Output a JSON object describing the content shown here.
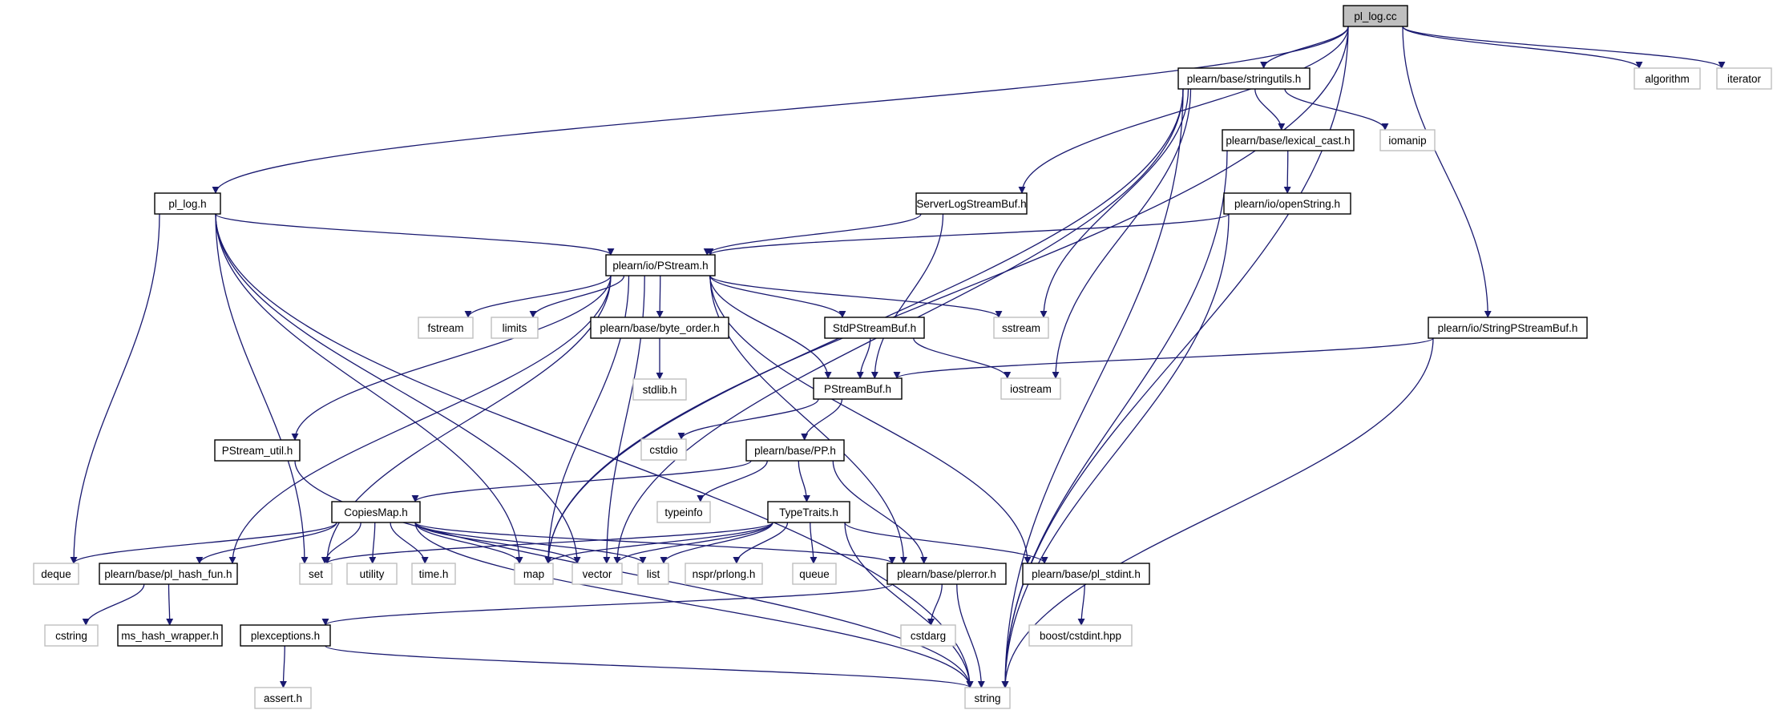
{
  "colors": {
    "edge": "#191970",
    "root_fill": "#bfbfbf",
    "external_border": "#bfbfbf",
    "primary_border": "#000000"
  },
  "nodes": [
    {
      "id": "pl_log_cc",
      "label": "pl_log.cc",
      "kind": "root"
    },
    {
      "id": "stringutils",
      "label": "plearn/base/stringutils.h",
      "kind": "primary"
    },
    {
      "id": "algorithm",
      "label": "algorithm",
      "kind": "external"
    },
    {
      "id": "iterator",
      "label": "iterator",
      "kind": "external"
    },
    {
      "id": "lexical_cast",
      "label": "plearn/base/lexical_cast.h",
      "kind": "primary"
    },
    {
      "id": "iomanip",
      "label": "iomanip",
      "kind": "external"
    },
    {
      "id": "pl_log_h",
      "label": "pl_log.h",
      "kind": "primary"
    },
    {
      "id": "serverlog",
      "label": "ServerLogStreamBuf.h",
      "kind": "primary"
    },
    {
      "id": "openstring",
      "label": "plearn/io/openString.h",
      "kind": "primary"
    },
    {
      "id": "pstream",
      "label": "plearn/io/PStream.h",
      "kind": "primary"
    },
    {
      "id": "fstream",
      "label": "fstream",
      "kind": "external"
    },
    {
      "id": "limits",
      "label": "limits",
      "kind": "external"
    },
    {
      "id": "byte_order",
      "label": "plearn/base/byte_order.h",
      "kind": "primary"
    },
    {
      "id": "stdpsb",
      "label": "StdPStreamBuf.h",
      "kind": "primary"
    },
    {
      "id": "sstream",
      "label": "sstream",
      "kind": "external"
    },
    {
      "id": "stringpsb",
      "label": "plearn/io/StringPStreamBuf.h",
      "kind": "primary"
    },
    {
      "id": "stdlib",
      "label": "stdlib.h",
      "kind": "external"
    },
    {
      "id": "psb",
      "label": "PStreamBuf.h",
      "kind": "primary"
    },
    {
      "id": "iostream",
      "label": "iostream",
      "kind": "external"
    },
    {
      "id": "cstdio",
      "label": "cstdio",
      "kind": "external"
    },
    {
      "id": "pstream_util",
      "label": "PStream_util.h",
      "kind": "primary"
    },
    {
      "id": "pp",
      "label": "plearn/base/PP.h",
      "kind": "primary"
    },
    {
      "id": "typeinfo",
      "label": "typeinfo",
      "kind": "external"
    },
    {
      "id": "copiesmap",
      "label": "CopiesMap.h",
      "kind": "primary"
    },
    {
      "id": "typetraits",
      "label": "TypeTraits.h",
      "kind": "primary"
    },
    {
      "id": "deque",
      "label": "deque",
      "kind": "external"
    },
    {
      "id": "hash_fun",
      "label": "plearn/base/pl_hash_fun.h",
      "kind": "primary"
    },
    {
      "id": "set",
      "label": "set",
      "kind": "external"
    },
    {
      "id": "utility",
      "label": "utility",
      "kind": "external"
    },
    {
      "id": "time_h",
      "label": "time.h",
      "kind": "external"
    },
    {
      "id": "map",
      "label": "map",
      "kind": "external"
    },
    {
      "id": "vector",
      "label": "vector",
      "kind": "external"
    },
    {
      "id": "list",
      "label": "list",
      "kind": "external"
    },
    {
      "id": "prlong",
      "label": "nspr/prlong.h",
      "kind": "external"
    },
    {
      "id": "queue",
      "label": "queue",
      "kind": "external"
    },
    {
      "id": "plerror",
      "label": "plearn/base/plerror.h",
      "kind": "primary"
    },
    {
      "id": "pl_stdint",
      "label": "plearn/base/pl_stdint.h",
      "kind": "primary"
    },
    {
      "id": "cstring",
      "label": "cstring",
      "kind": "external"
    },
    {
      "id": "ms_hash",
      "label": "ms_hash_wrapper.h",
      "kind": "primary"
    },
    {
      "id": "cstdarg",
      "label": "cstdarg",
      "kind": "external"
    },
    {
      "id": "boost_stdint",
      "label": "boost/cstdint.hpp",
      "kind": "external"
    },
    {
      "id": "plexceptions",
      "label": "plexceptions.h",
      "kind": "primary"
    },
    {
      "id": "assert_h",
      "label": "assert.h",
      "kind": "external"
    },
    {
      "id": "string",
      "label": "string",
      "kind": "external"
    }
  ],
  "edges": [
    {
      "from": "pl_log_cc",
      "to": "stringutils"
    },
    {
      "from": "pl_log_cc",
      "to": "algorithm"
    },
    {
      "from": "pl_log_cc",
      "to": "iterator"
    },
    {
      "from": "pl_log_cc",
      "to": "pl_log_h"
    },
    {
      "from": "pl_log_cc",
      "to": "serverlog"
    },
    {
      "from": "pl_log_cc",
      "to": "map"
    },
    {
      "from": "pl_log_cc",
      "to": "stringpsb"
    },
    {
      "from": "pl_log_cc",
      "to": "string"
    },
    {
      "from": "stringutils",
      "to": "lexical_cast"
    },
    {
      "from": "stringutils",
      "to": "iomanip"
    },
    {
      "from": "stringutils",
      "to": "sstream"
    },
    {
      "from": "stringutils",
      "to": "iostream"
    },
    {
      "from": "stringutils",
      "to": "map"
    },
    {
      "from": "stringutils",
      "to": "vector"
    },
    {
      "from": "stringutils",
      "to": "string"
    },
    {
      "from": "lexical_cast",
      "to": "openstring"
    },
    {
      "from": "lexical_cast",
      "to": "string"
    },
    {
      "from": "openstring",
      "to": "pstream"
    },
    {
      "from": "openstring",
      "to": "string"
    },
    {
      "from": "pl_log_h",
      "to": "pstream"
    },
    {
      "from": "pl_log_h",
      "to": "deque"
    },
    {
      "from": "pl_log_h",
      "to": "set"
    },
    {
      "from": "pl_log_h",
      "to": "map"
    },
    {
      "from": "pl_log_h",
      "to": "vector"
    },
    {
      "from": "pl_log_h",
      "to": "string"
    },
    {
      "from": "serverlog",
      "to": "pstream"
    },
    {
      "from": "serverlog",
      "to": "psb"
    },
    {
      "from": "stringpsb",
      "to": "psb"
    },
    {
      "from": "stringpsb",
      "to": "string"
    },
    {
      "from": "pstream",
      "to": "fstream"
    },
    {
      "from": "pstream",
      "to": "limits"
    },
    {
      "from": "pstream",
      "to": "byte_order"
    },
    {
      "from": "pstream",
      "to": "stdpsb"
    },
    {
      "from": "pstream",
      "to": "sstream"
    },
    {
      "from": "pstream",
      "to": "psb"
    },
    {
      "from": "pstream",
      "to": "pstream_util"
    },
    {
      "from": "pstream",
      "to": "set"
    },
    {
      "from": "pstream",
      "to": "map"
    },
    {
      "from": "pstream",
      "to": "hash_fun"
    },
    {
      "from": "pstream",
      "to": "plerror"
    },
    {
      "from": "pstream",
      "to": "pl_stdint"
    },
    {
      "from": "pstream",
      "to": "vector"
    },
    {
      "from": "byte_order",
      "to": "stdlib"
    },
    {
      "from": "stdpsb",
      "to": "psb"
    },
    {
      "from": "stdpsb",
      "to": "iostream"
    },
    {
      "from": "psb",
      "to": "cstdio"
    },
    {
      "from": "psb",
      "to": "pp"
    },
    {
      "from": "pstream_util",
      "to": "string"
    },
    {
      "from": "pp",
      "to": "copiesmap"
    },
    {
      "from": "pp",
      "to": "typeinfo"
    },
    {
      "from": "pp",
      "to": "typetraits"
    },
    {
      "from": "pp",
      "to": "plerror"
    },
    {
      "from": "copiesmap",
      "to": "deque"
    },
    {
      "from": "copiesmap",
      "to": "hash_fun"
    },
    {
      "from": "copiesmap",
      "to": "set"
    },
    {
      "from": "copiesmap",
      "to": "utility"
    },
    {
      "from": "copiesmap",
      "to": "time_h"
    },
    {
      "from": "copiesmap",
      "to": "map"
    },
    {
      "from": "copiesmap",
      "to": "vector"
    },
    {
      "from": "copiesmap",
      "to": "list"
    },
    {
      "from": "copiesmap",
      "to": "plerror"
    },
    {
      "from": "copiesmap",
      "to": "string"
    },
    {
      "from": "typetraits",
      "to": "set"
    },
    {
      "from": "typetraits",
      "to": "map"
    },
    {
      "from": "typetraits",
      "to": "vector"
    },
    {
      "from": "typetraits",
      "to": "list"
    },
    {
      "from": "typetraits",
      "to": "prlong"
    },
    {
      "from": "typetraits",
      "to": "queue"
    },
    {
      "from": "typetraits",
      "to": "pl_stdint"
    },
    {
      "from": "typetraits",
      "to": "string"
    },
    {
      "from": "hash_fun",
      "to": "cstring"
    },
    {
      "from": "hash_fun",
      "to": "ms_hash"
    },
    {
      "from": "plerror",
      "to": "plexceptions"
    },
    {
      "from": "plerror",
      "to": "cstdarg"
    },
    {
      "from": "plerror",
      "to": "string"
    },
    {
      "from": "pl_stdint",
      "to": "boost_stdint"
    },
    {
      "from": "plexceptions",
      "to": "assert_h"
    },
    {
      "from": "plexceptions",
      "to": "string"
    }
  ]
}
